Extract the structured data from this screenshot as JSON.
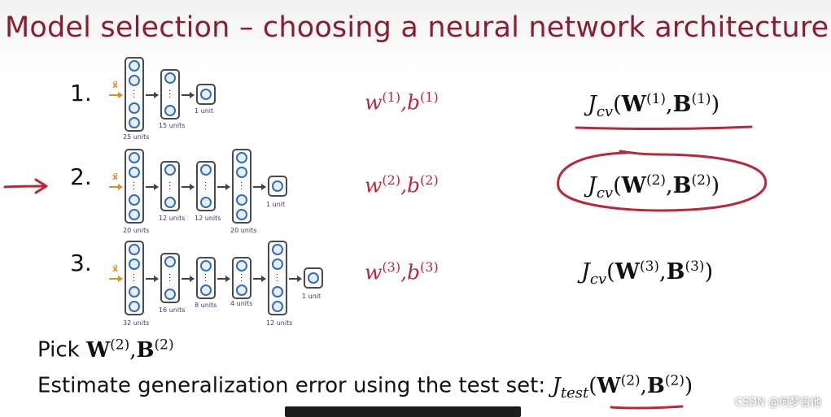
{
  "title": "Model selection – choosing a neural network architecture",
  "colors": {
    "title": "#8c1d2e",
    "annotation": "#b8283a",
    "neuron": "#2f6fb5",
    "input_arrow": "#e38a2b"
  },
  "models": [
    {
      "number": "1.",
      "input": "x⃗",
      "layer_labels": [
        "25 units",
        "15 units",
        "1 unit"
      ],
      "params_w": "w",
      "params_sup1": "(1)",
      "params_b": "b",
      "params_sup2": "(1)",
      "cost": {
        "J": "J",
        "sub": "cv",
        "W": "W",
        "supW": "(1)",
        "B": "B",
        "supB": "(1)"
      },
      "underlined": true,
      "circled": false
    },
    {
      "number": "2.",
      "input": "x⃗",
      "layer_labels": [
        "20 units",
        "12 units",
        "12 units",
        "20 units",
        "1 unit"
      ],
      "params_w": "w",
      "params_sup1": "(2)",
      "params_b": "b",
      "params_sup2": "(2)",
      "cost": {
        "J": "J",
        "sub": "cv",
        "W": "W",
        "supW": "(2)",
        "B": "B",
        "supB": "(2)"
      },
      "underlined": false,
      "circled": true
    },
    {
      "number": "3.",
      "input": "x⃗",
      "layer_labels": [
        "32 units",
        "16 units",
        "8 units",
        "4 units",
        "12 units",
        "1 unit"
      ],
      "params_w": "w",
      "params_sup1": "(3)",
      "params_b": "b",
      "params_sup2": "(3)",
      "cost": {
        "J": "J",
        "sub": "cv",
        "W": "W",
        "supW": "(3)",
        "B": "B",
        "supB": "(3)"
      },
      "underlined": false,
      "circled": false
    }
  ],
  "pick": {
    "text": "Pick ",
    "W": "W",
    "supW": "(2)",
    "B": "B",
    "supB": "(2)"
  },
  "estimate": {
    "text": "Estimate generalization error using the test set: ",
    "J": "J",
    "sub": "test",
    "W": "W",
    "supW": "(2)",
    "B": "B",
    "supB": "(2)"
  },
  "watermark": "CSDN @何梦吉他"
}
